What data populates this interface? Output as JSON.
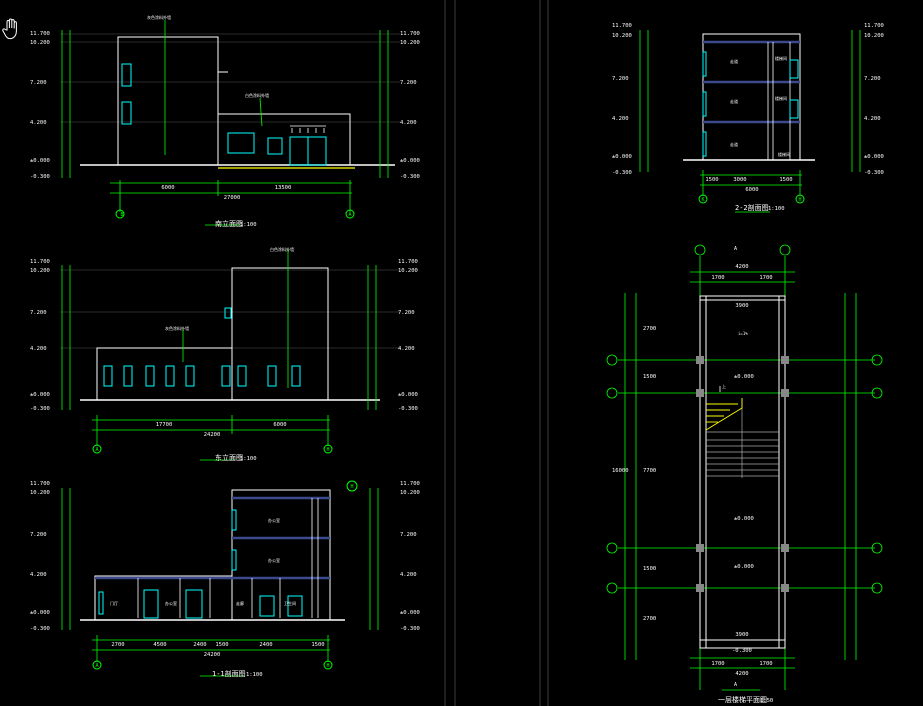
{
  "colors": {
    "background": "#000000",
    "dim": "#00ff00",
    "wall": "#ffffff",
    "slab": "#3a4a8c",
    "glass": "#00ffff",
    "yellow": "#ffff00",
    "text": "#ffffff",
    "panel_border": "#3c3c3c"
  },
  "cursor": {
    "icon": "hand-pan-icon"
  },
  "views": {
    "south_elevation": {
      "title": "南立面图",
      "scale": "1:100",
      "axis_left": "B",
      "axis_right": "A",
      "overall_dim": "27000",
      "seg_dims": [
        "6000",
        "13500"
      ],
      "elev_left": [
        "11.700",
        "10.200",
        "7.200",
        "4.200",
        "±0.000",
        "-0.300"
      ],
      "elev_right": [
        "11.700",
        "10.200",
        "7.200",
        "4.200",
        "±0.000",
        "-0.300"
      ],
      "note_a": "灰色涂料外墙",
      "note_b": "白色涂料外墙"
    },
    "east_elevation": {
      "title": "东立面图",
      "scale": "1:100",
      "axis_left": "A",
      "axis_right": "H",
      "overall_dim": "24200",
      "seg_dims": [
        "17700",
        "6000"
      ],
      "elev_left": [
        "11.700",
        "10.200",
        "7.200",
        "4.200",
        "±0.000",
        "-0.300"
      ],
      "elev_right": [
        "11.700",
        "10.200",
        "7.200",
        "4.200",
        "±0.000",
        "-0.300"
      ],
      "note_a": "白色涂料外墙",
      "note_b": "灰色涂料外墙"
    },
    "section_1_1": {
      "title": "1-1剖面图",
      "scale": "1:100",
      "axis_left": "A",
      "axis_right": "H",
      "axis_marker": "H",
      "overall_dim": "24200",
      "seg_dims": [
        "2700",
        "4500",
        "2400",
        "1500",
        "2400",
        "1500"
      ],
      "elev_left": [
        "11.700",
        "10.200",
        "7.200",
        "4.200",
        "±0.000",
        "-0.300"
      ],
      "elev_right": [
        "11.700",
        "10.200",
        "7.200",
        "4.200",
        "±0.000",
        "-0.300"
      ],
      "room_labels": [
        "办公室",
        "办公室",
        "门厅",
        "办公室",
        "走廊",
        "卫生间"
      ]
    },
    "section_2_2": {
      "title": "2-2剖面图",
      "scale": "1:100",
      "axis_left": "K",
      "axis_right": "H",
      "overall_dim": "6000",
      "seg_dims": [
        "1500",
        "3000",
        "1500"
      ],
      "elev_left": [
        "11.700",
        "10.200",
        "7.200",
        "4.200",
        "±0.000",
        "-0.300"
      ],
      "elev_right": [
        "11.700",
        "10.200",
        "7.200",
        "4.200",
        "±0.000",
        "-0.300"
      ],
      "room_labels": [
        "走道",
        "走道",
        "走道",
        "楼梯间",
        "楼梯间",
        "楼梯间"
      ]
    },
    "stair_plan": {
      "title": "一层楼梯平面图",
      "scale": "1:50",
      "section_mark": "A",
      "top_dims": [
        "4200",
        "1700",
        "1700",
        "3900"
      ],
      "bottom_dims": [
        "3900",
        "1700",
        "1700",
        "4200"
      ],
      "side_dims": [
        "2700",
        "1500",
        "7700",
        "1500",
        "2700"
      ],
      "overall_vertical": "16000",
      "levels": [
        "±0.000",
        "±0.000",
        "-0.300",
        "±0.000"
      ],
      "up_label": "上",
      "slope_label": "i=1%"
    }
  }
}
